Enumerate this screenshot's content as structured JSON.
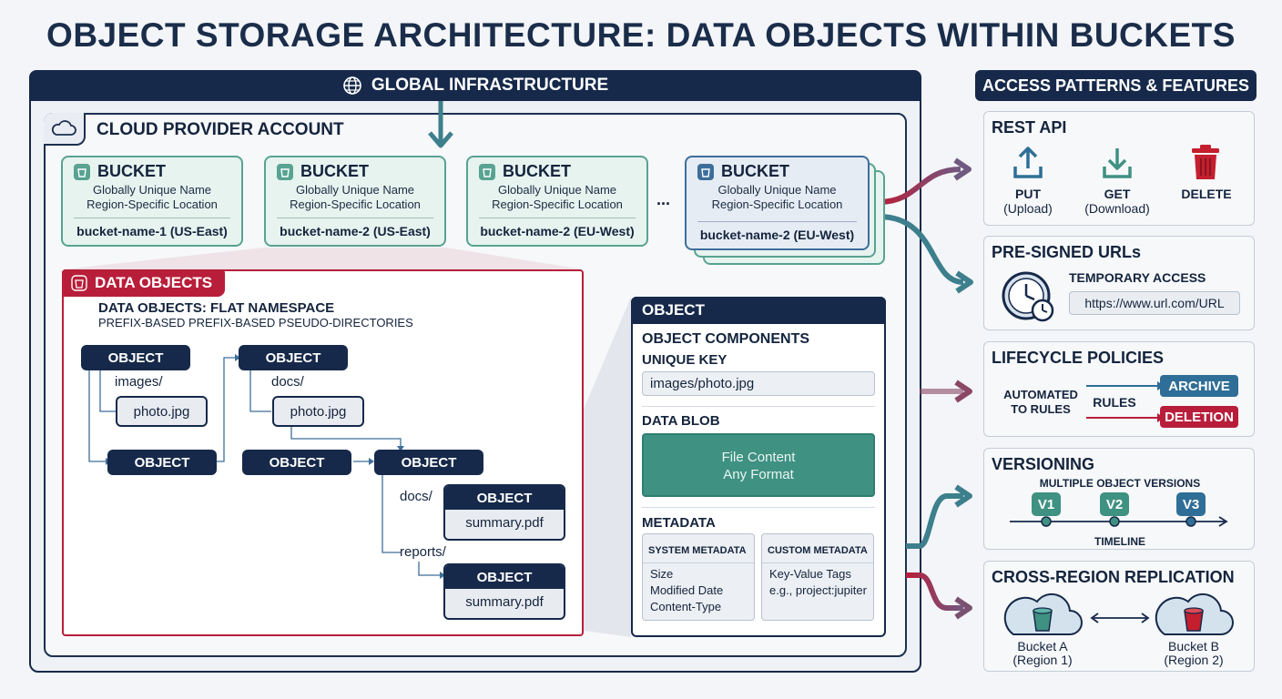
{
  "title": "OBJECT STORAGE ARCHITECTURE: DATA OBJECTS WITHIN BUCKETS",
  "global": {
    "label": "GLOBAL INFRASTRUCTURE"
  },
  "account": {
    "label": "CLOUD PROVIDER ACCOUNT"
  },
  "buckets": [
    {
      "head": "BUCKET",
      "line1": "Globally Unique Name",
      "line2": "Region-Specific Location",
      "name": "bucket-name-1 (US-East)"
    },
    {
      "head": "BUCKET",
      "line1": "Globally Unique Name",
      "line2": "Region-Specific Location",
      "name": "bucket-name-2 (US-East)"
    },
    {
      "head": "BUCKET",
      "line1": "Globally Unique Name",
      "line2": "Region-Specific Location",
      "name": "bucket-name-2 (EU-West)"
    },
    {
      "head": "BUCKET",
      "line1": "Globally Unique Name",
      "line2": "Region-Specific Location",
      "name": "bucket-name-2 (EU-West)"
    }
  ],
  "ellipsis": "...",
  "data_objects": {
    "tab": "DATA OBJECTS",
    "line1": "DATA OBJECTS: FLAT NAMESPACE",
    "line2": "PREFIX-BASED PREFIX-BASED PSEUDO-DIRECTORIES",
    "object_label": "OBJECT",
    "images_prefix": "images/",
    "docs_prefix": "docs/",
    "docs_prefix_2": "docs/",
    "reports_prefix": "reports/",
    "photo_1": "photo.jpg",
    "photo_2": "photo.jpg",
    "summary_1": "summary.pdf",
    "summary_2": "summary.pdf"
  },
  "object_panel": {
    "head": "OBJECT",
    "components": "OBJECT COMPONENTS",
    "unique_key": "UNIQUE KEY",
    "key_value": "images/photo.jpg",
    "data_blob": "DATA BLOB",
    "blob_line1": "File Content",
    "blob_line2": "Any Format",
    "metadata": "METADATA",
    "system_metadata": {
      "head": "SYSTEM METADATA",
      "items": [
        "Size",
        "Modified Date",
        "Content-Type"
      ]
    },
    "custom_metadata": {
      "head": "CUSTOM METADATA",
      "items": [
        "Key-Value Tags",
        "e.g., project:jupiter"
      ]
    }
  },
  "side": {
    "head": "ACCESS PATTERNS & FEATURES",
    "rest": {
      "title": "REST API",
      "put": "PUT",
      "put_sub": "(Upload)",
      "get": "GET",
      "get_sub": "(Download)",
      "delete": "DELETE"
    },
    "presigned": {
      "title": "PRE-SIGNED URLs",
      "temp": "TEMPORARY ACCESS",
      "url": "https://www.url.com/URL"
    },
    "lifecycle": {
      "title": "LIFECYCLE POLICIES",
      "auto1": "AUTOMATED",
      "auto2": "TO RULES",
      "rules": "RULES",
      "archive": "ARCHIVE",
      "deletion": "DELETION"
    },
    "versioning": {
      "title": "VERSIONING",
      "multi": "MULTIPLE OBJECT VERSIONS",
      "v1": "V1",
      "v2": "V2",
      "v3": "V3",
      "timeline": "TIMELINE"
    },
    "replication": {
      "title": "CROSS-REGION REPLICATION",
      "a1": "Bucket A",
      "a2": "(Region 1)",
      "b1": "Bucket B",
      "b2": "(Region 2)"
    }
  },
  "colors": {
    "navy": "#16294a",
    "teal": "#3f9182",
    "crimson": "#b81e3a",
    "steel": "#3d6e9a"
  }
}
